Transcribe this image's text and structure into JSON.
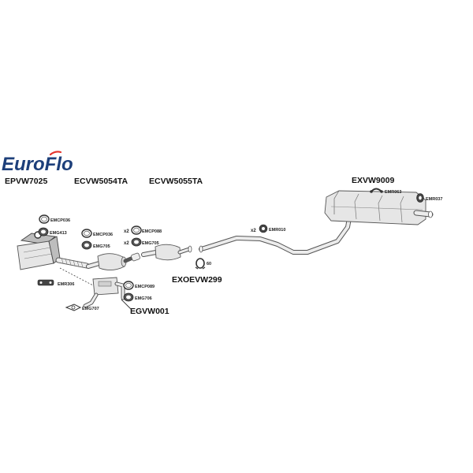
{
  "logo": {
    "brand_main": "Euro",
    "brand_accent": "Flo",
    "accent_color": "#e6332a",
    "brand_color": "#1d3f7a"
  },
  "part_codes": {
    "dpf": "EPVW7025",
    "cat_1": "ECVW5054TA",
    "cat_2": "ECVW5055TA",
    "rear_box": "EXVW9009",
    "flex_pipe": "EXOEVW299",
    "egr_pipe": "EGVW001"
  },
  "fittings": {
    "emcp036_a": "EMCP036",
    "emg413": "EMG413",
    "emcp036_b": "EMCP036",
    "emg705_a": "EMG705",
    "emr306": "EMR306",
    "emcp088": "EMCP088",
    "emg705_b": "EMG705",
    "emcp089": "EMCP089",
    "emg706": "EMG706",
    "emg707": "EMG707",
    "clamp_60": "60",
    "emr010": "EMR010",
    "emr063": "EMR063",
    "emr037": "EMR037"
  },
  "quantities": {
    "emcp088": "x2",
    "emg705_b": "x2",
    "emr010": "x2"
  }
}
